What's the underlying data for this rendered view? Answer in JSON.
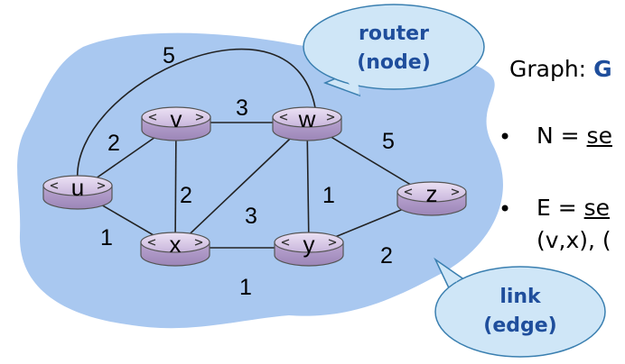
{
  "diagram": {
    "callouts": {
      "router": {
        "line1": "router",
        "line2": "(node)"
      },
      "link": {
        "line1": "link",
        "line2": "(edge)"
      }
    },
    "nodes": [
      {
        "id": "u",
        "label": "u"
      },
      {
        "id": "v",
        "label": "v"
      },
      {
        "id": "w",
        "label": "w"
      },
      {
        "id": "x",
        "label": "x"
      },
      {
        "id": "y",
        "label": "y"
      },
      {
        "id": "z",
        "label": "z"
      }
    ],
    "edges": [
      {
        "from": "u",
        "to": "w",
        "weight": "5"
      },
      {
        "from": "u",
        "to": "v",
        "weight": "2"
      },
      {
        "from": "u",
        "to": "x",
        "weight": "1"
      },
      {
        "from": "v",
        "to": "w",
        "weight": "3"
      },
      {
        "from": "v",
        "to": "x",
        "weight": "2"
      },
      {
        "from": "w",
        "to": "x",
        "weight": "3"
      },
      {
        "from": "w",
        "to": "y",
        "weight": "1"
      },
      {
        "from": "w",
        "to": "z",
        "weight": "5"
      },
      {
        "from": "x",
        "to": "y",
        "weight": "1"
      },
      {
        "from": "y",
        "to": "z",
        "weight": "2"
      }
    ]
  },
  "side": {
    "graph_prefix": "Graph: ",
    "graph_symbol": "G",
    "bullet_glyph": "•",
    "n_prefix": "N = ",
    "n_underlined": "se",
    "e_prefix": "E = ",
    "e_underlined": "se",
    "e_line2": "(v,x), (",
    "colors": {
      "accent": "#1f4e9c",
      "cloud": "#a9c8f0",
      "callout_fill": "#cfe6f7"
    }
  }
}
